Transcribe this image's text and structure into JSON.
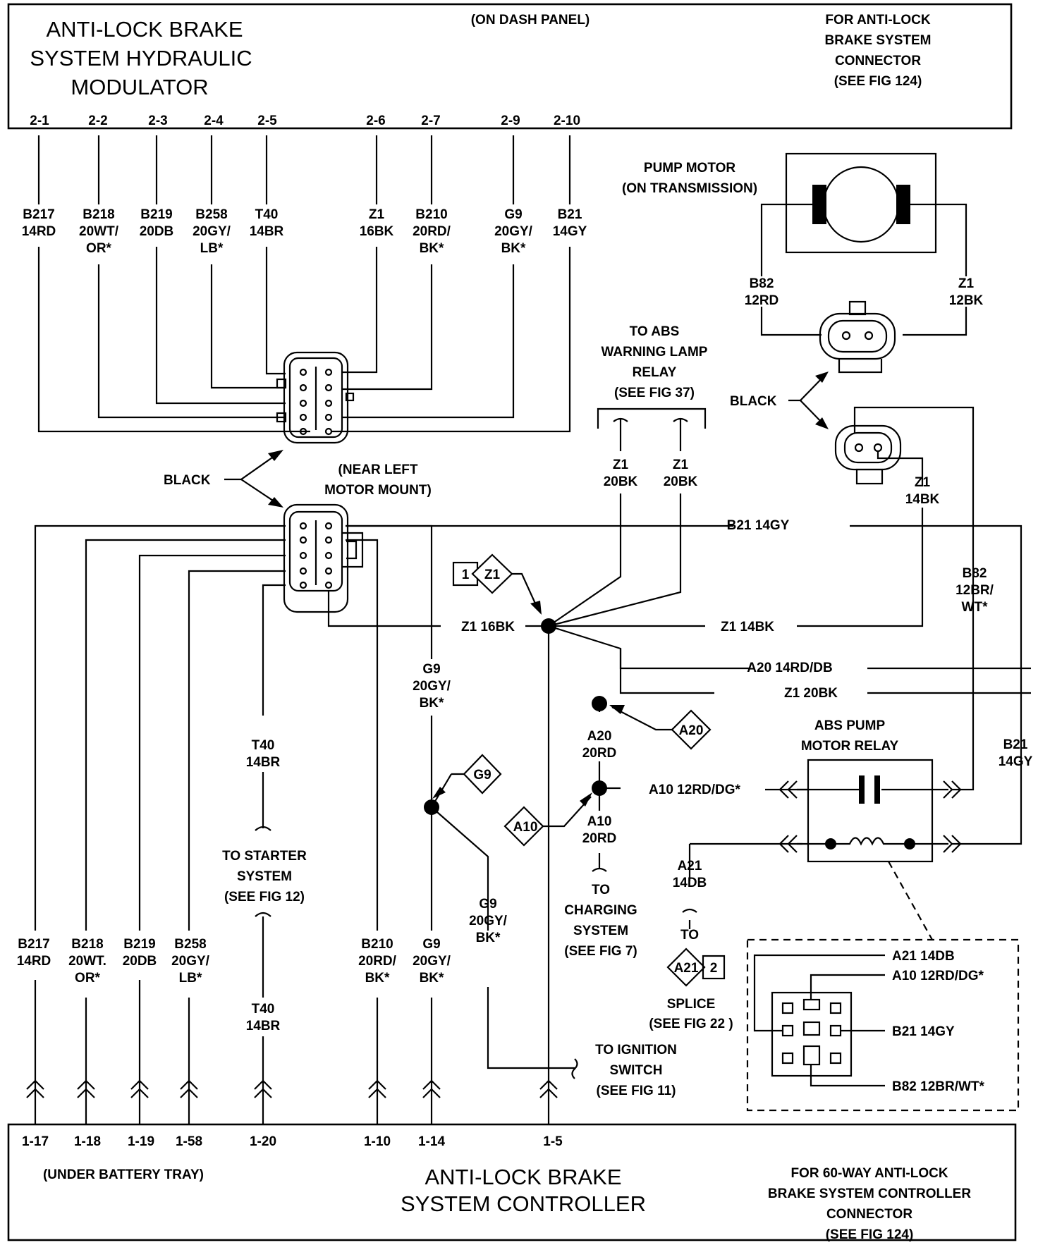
{
  "modulator": {
    "title_line1": "ANTI-LOCK BRAKE",
    "title_line2": "SYSTEM HYDRAULIC",
    "title_line3": "MODULATOR",
    "location": "(ON DASH PANEL)",
    "connector_note_line1": "FOR ANTI-LOCK",
    "connector_note_line2": "BRAKE SYSTEM",
    "connector_note_line3": "CONNECTOR",
    "connector_note_line4": "(SEE FIG 124)",
    "pins": [
      "2-1",
      "2-2",
      "2-3",
      "2-4",
      "2-5",
      "2-6",
      "2-7",
      "2-9",
      "2-10"
    ]
  },
  "top_wires": [
    {
      "circuit": "B217",
      "l2": "14RD",
      "l3": ""
    },
    {
      "circuit": "B218",
      "l2": "20WT/",
      "l3": "OR*"
    },
    {
      "circuit": "B219",
      "l2": "20DB",
      "l3": ""
    },
    {
      "circuit": "B258",
      "l2": "20GY/",
      "l3": "LB*"
    },
    {
      "circuit": "T40",
      "l2": "14BR",
      "l3": ""
    },
    {
      "circuit": "Z1",
      "l2": "16BK",
      "l3": ""
    },
    {
      "circuit": "B210",
      "l2": "20RD/",
      "l3": "BK*"
    },
    {
      "circuit": "G9",
      "l2": "20GY/",
      "l3": "BK*"
    },
    {
      "circuit": "B21",
      "l2": "14GY",
      "l3": ""
    }
  ],
  "pump_motor": {
    "title_line1": "PUMP MOTOR",
    "title_line2": "(ON TRANSMISSION)",
    "left_wire_l1": "B82",
    "left_wire_l2": "12RD",
    "right_wire_l1": "Z1",
    "right_wire_l2": "12BK",
    "connector_color": "BLACK",
    "z1_l1": "Z1",
    "z1_l2": "14BK"
  },
  "inline_connector": {
    "color": "BLACK",
    "location_line1": "(NEAR LEFT",
    "location_line2": "MOTOR MOUNT)"
  },
  "abs_lamp": {
    "l1": "TO ABS",
    "l2": "WARNING LAMP",
    "l3": "RELAY",
    "l4": "(SEE FIG 37)",
    "wire_a_l1": "Z1",
    "wire_a_l2": "20BK",
    "wire_b_l1": "Z1",
    "wire_b_l2": "20BK"
  },
  "horizontal_labels": {
    "b21": "B21 14GY",
    "z1_16bk": "Z1 16BK",
    "z1_14bk": "Z1 14BK",
    "a20": "A20 14RD/DB",
    "z1_20bk": "Z1 20BK",
    "a10": "A10 12RD/DG*"
  },
  "right_wires": {
    "b82_l1": "B82",
    "b82_l2": "12BR/",
    "b82_l3": "WT*",
    "b21_l1": "B21",
    "b21_l2": "14GY"
  },
  "splices": {
    "z1_num": "1",
    "z1": "Z1",
    "g9": "G9",
    "a20": "A20",
    "a10": "A10",
    "a21": "A21",
    "a21_num": "2"
  },
  "mid_labels": {
    "a20_l1": "A20",
    "a20_l2": "20RD",
    "a10_l1": "A10",
    "a10_l2": "20RD",
    "a21_l1": "A21",
    "a21_l2": "14DB",
    "to": "TO",
    "charging_l1": "TO",
    "charging_l2": "CHARGING",
    "charging_l3": "SYSTEM",
    "charging_l4": "(SEE FIG 7)",
    "splice_l1": "SPLICE",
    "splice_l2": "(SEE FIG 22 )",
    "t40_l1": "T40",
    "t40_l2": "14BR",
    "starter_l1": "TO STARTER",
    "starter_l2": "SYSTEM",
    "starter_l3": "(SEE FIG 12)",
    "g9a_l1": "G9",
    "g9a_l2": "20GY/",
    "g9a_l3": "BK*",
    "g9b_l1": "G9",
    "g9b_l2": "20GY/",
    "g9b_l3": "BK*",
    "ign_l1": "TO IGNITION",
    "ign_l2": "SWITCH",
    "ign_l3": "(SEE FIG 11)"
  },
  "relay": {
    "title_line1": "ABS PUMP",
    "title_line2": "MOTOR RELAY",
    "detail_labels": [
      "A21 14DB",
      "A10 12RD/DG*",
      "B21 14GY",
      "B82 12BR/WT*"
    ]
  },
  "bottom_wires": [
    {
      "circuit": "B217",
      "l2": "14RD",
      "l3": ""
    },
    {
      "circuit": "B218",
      "l2": "20WT.",
      "l3": "OR*"
    },
    {
      "circuit": "B219",
      "l2": "20DB",
      "l3": ""
    },
    {
      "circuit": "B258",
      "l2": "20GY/",
      "l3": "LB*"
    },
    {
      "circuit": "T40",
      "l2": "14BR",
      "l3": ""
    },
    {
      "circuit": "B210",
      "l2": "20RD/",
      "l3": "BK*"
    },
    {
      "circuit": "G9",
      "l2": "20GY/",
      "l3": "BK*"
    }
  ],
  "controller": {
    "pins": [
      "1-17",
      "1-18",
      "1-19",
      "1-58",
      "1-20",
      "1-10",
      "1-14",
      "1-5"
    ],
    "location": "(UNDER BATTERY TRAY)",
    "title_line1": "ANTI-LOCK BRAKE",
    "title_line2": "SYSTEM CONTROLLER",
    "connector_note_line1": "FOR 60-WAY ANTI-LOCK",
    "connector_note_line2": "BRAKE SYSTEM CONTROLLER",
    "connector_note_line3": "CONNECTOR",
    "connector_note_line4": "(SEE FIG 124)"
  }
}
